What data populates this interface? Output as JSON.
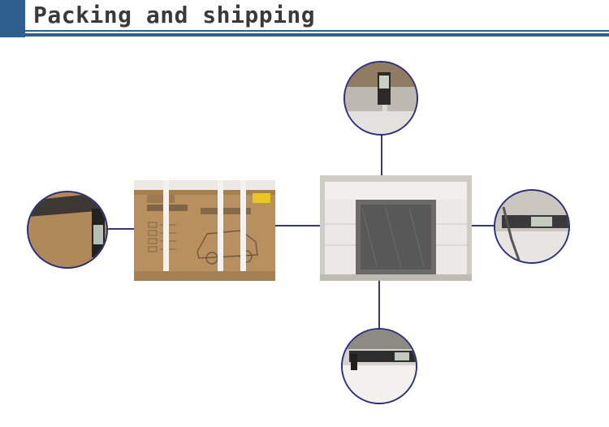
{
  "header": {
    "title": "Packing and shipping",
    "accent_color": "#2f5f8f"
  },
  "photos": [
    {
      "id": "carton",
      "description_icon": "box-photo"
    },
    {
      "id": "fridge",
      "description_icon": "fridge-photo"
    }
  ],
  "detail_circles": [
    "top-caliper",
    "left-caliper",
    "right-caliper",
    "bottom-caliper"
  ],
  "colors": {
    "connector": "#3a3a6a",
    "circle_border": "#2b2f7a"
  }
}
